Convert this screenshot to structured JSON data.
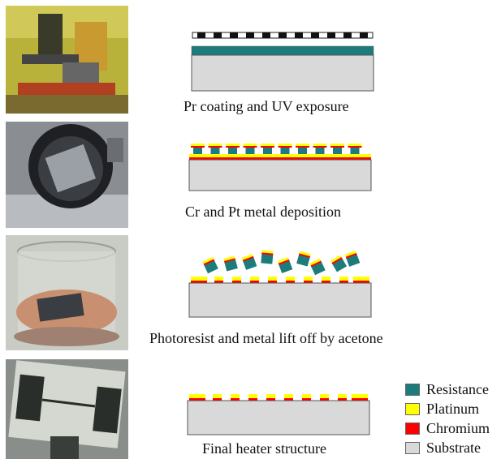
{
  "steps": [
    {
      "caption": "Pr coating and UV exposure"
    },
    {
      "caption": "Cr and Pt metal deposition"
    },
    {
      "caption": "Photoresist and metal lift off by acetone"
    },
    {
      "caption": "Final heater structure"
    }
  ],
  "legend": [
    {
      "label": "Resistance",
      "color": "#1e7b7b"
    },
    {
      "label": "Platinum",
      "color": "#ffff00"
    },
    {
      "label": "Chromium",
      "color": "#ff0000"
    },
    {
      "label": "Substrate",
      "color": "#d9d9d9"
    }
  ],
  "colors": {
    "substrate": "#d9d9d9",
    "resist": "#1e7b7b",
    "platinum": "#ffff00",
    "chromium": "#ff0000"
  },
  "photos": [
    {
      "icon": "photolithography-equipment-photo"
    },
    {
      "icon": "spin-coater-photo"
    },
    {
      "icon": "acetone-beaker-photo"
    },
    {
      "icon": "heater-chip-photo"
    }
  ]
}
